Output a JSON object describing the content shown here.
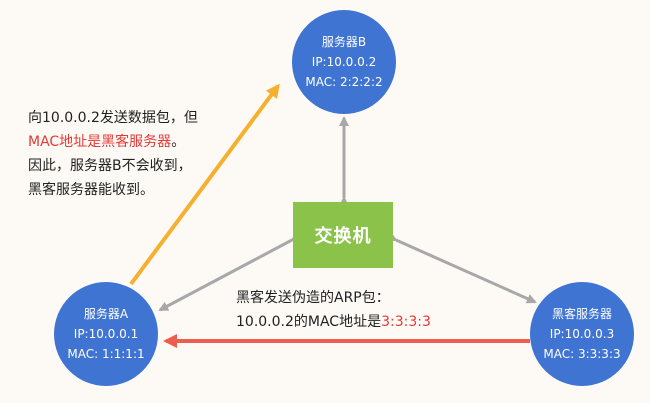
{
  "server_b": {
    "name": "服务器B",
    "ip": "IP:10.0.0.2",
    "mac": "MAC: 2:2:2:2"
  },
  "server_a": {
    "name": "服务器A",
    "ip": "IP:10.0.0.1",
    "mac": "MAC: 1:1:1:1"
  },
  "hacker": {
    "name": "黑客服务器",
    "ip": "IP:10.0.0.3",
    "mac": "MAC: 3:3:3:3"
  },
  "switch": {
    "label": "交换机"
  },
  "note_left": {
    "line1": "向10.0.0.2发送数据包，但",
    "line2_red": "MAC地址是黑客服务器",
    "line2_tail": "。",
    "line3": "因此，服务器B不会收到，",
    "line4": "黑客服务器能收到。"
  },
  "note_mid": {
    "line1": "黑客发送伪造的ARP包：",
    "line2": "10.0.0.2的MAC地址是",
    "line2_red": "3:3:3:3"
  },
  "colors": {
    "node": "#3f74d2",
    "switch": "#8bc34a",
    "link": "#a8a8a8",
    "send_arrow": "#f5b030",
    "arp_arrow": "#ee5e4e",
    "highlight": "#e53935"
  }
}
